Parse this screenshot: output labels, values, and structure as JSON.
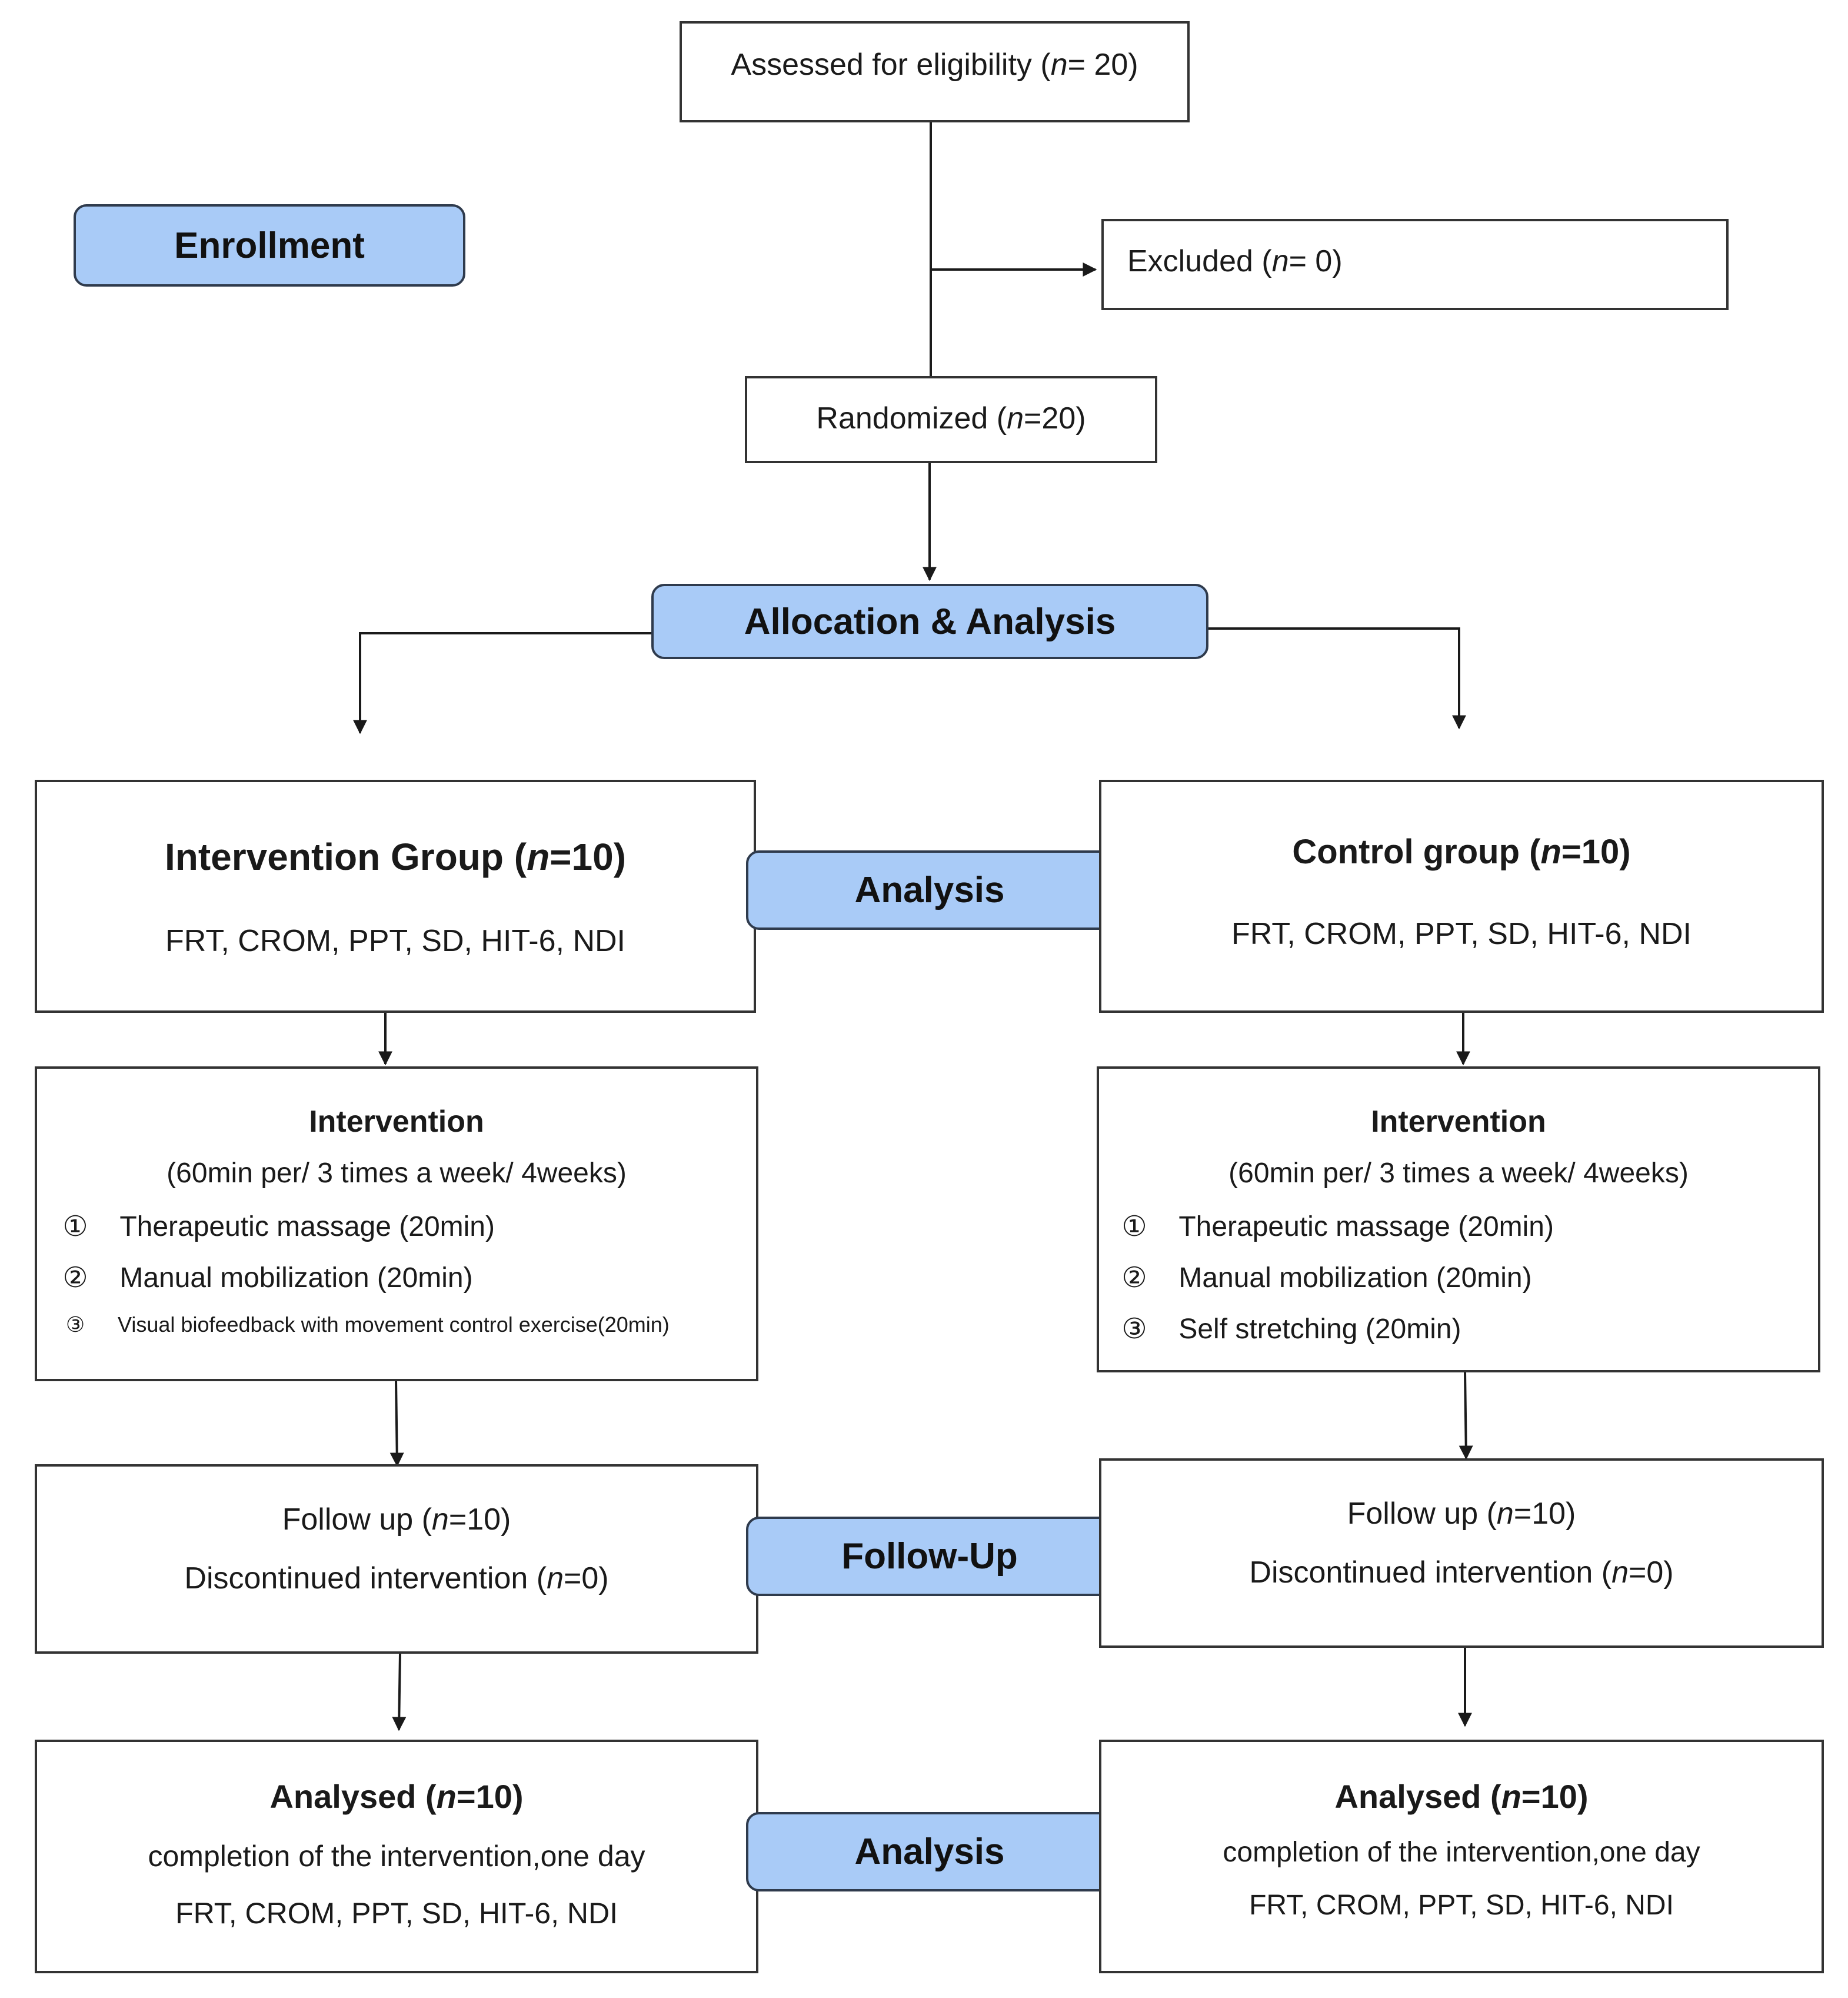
{
  "labels": {
    "enrollment": "Enrollment",
    "allocation": "Allocation & Analysis",
    "analysis_top": "Analysis",
    "follow_up": "Follow-Up",
    "analysis_bottom": "Analysis"
  },
  "enrollment": {
    "assessed": {
      "text": "Assessed for eligibility (",
      "n": "n",
      "rest": "= 20)"
    },
    "excluded": {
      "text": "Excluded (",
      "n": "n",
      "rest": "= 0)"
    },
    "randomized": {
      "text": "Randomized (",
      "n": "n",
      "rest": "=20)"
    }
  },
  "intervention_group": {
    "title": "Intervention Group (",
    "n": "n",
    "title_rest": "=10)",
    "measures": "FRT, CROM, PPT, SD, HIT-6, NDI",
    "protocol": {
      "heading": "Intervention",
      "schedule": "(60min per/ 3 times a week/ 4weeks)",
      "items": [
        {
          "num": "①",
          "text": "Therapeutic massage (20min)"
        },
        {
          "num": "②",
          "text": "Manual mobilization (20min)"
        },
        {
          "num": "③",
          "text": "Visual biofeedback with movement control exercise(20min)"
        }
      ]
    },
    "follow_up": {
      "line1": "Follow up (",
      "n": "n",
      "line1_rest": "=10)",
      "line2": "Discontinued intervention (",
      "n2": "n",
      "line2_rest": "=0)"
    },
    "analysed": {
      "title": "Analysed (",
      "n": "n",
      "title_rest": "=10)",
      "line1": "completion of the intervention,one day",
      "measures": "FRT, CROM, PPT, SD, HIT-6, NDI"
    }
  },
  "control_group": {
    "title": "Control group (",
    "n": "n",
    "title_rest": "=10)",
    "measures": "FRT, CROM, PPT, SD, HIT-6, NDI",
    "protocol": {
      "heading": "Intervention",
      "schedule": "(60min per/ 3 times a week/ 4weeks)",
      "items": [
        {
          "num": "①",
          "text": "Therapeutic massage (20min)"
        },
        {
          "num": "②",
          "text": "Manual mobilization (20min)"
        },
        {
          "num": "③",
          "text": "Self stretching (20min)"
        }
      ]
    },
    "follow_up": {
      "line1": "Follow up (",
      "n": "n",
      "line1_rest": "=10)",
      "line2": "Discontinued intervention (",
      "n2": "n",
      "line2_rest": "=0)"
    },
    "analysed": {
      "title": "Analysed (",
      "n": "n",
      "title_rest": "=10)",
      "line1": "completion of the intervention,one day",
      "measures": "FRT, CROM, PPT, SD, HIT-6, NDI"
    }
  }
}
